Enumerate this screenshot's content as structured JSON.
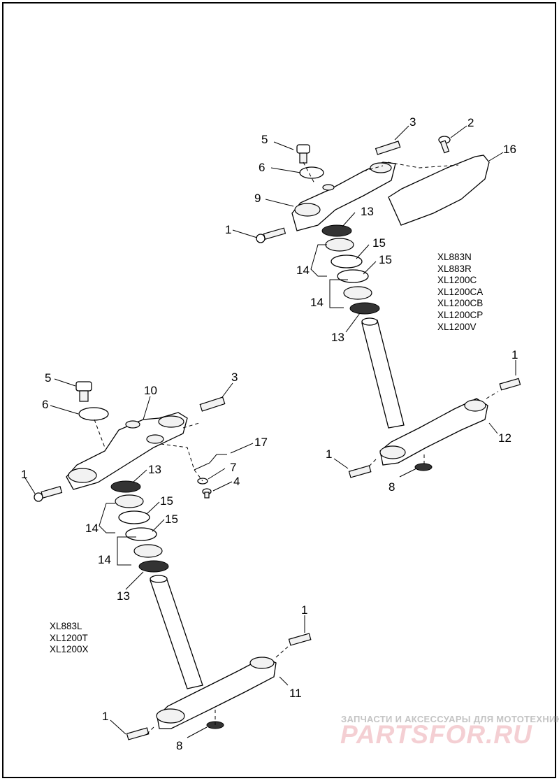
{
  "callouts": {
    "top": {
      "n1": "1",
      "n2": "2",
      "n3": "3",
      "n5": "5",
      "n6": "6",
      "n9": "9",
      "n16": "16",
      "n13a": "13",
      "n15a": "15",
      "n15b": "15",
      "n14a": "14",
      "n14b": "14",
      "n13b": "13",
      "n1b": "1",
      "n12": "12",
      "n1c": "1",
      "n8": "8"
    },
    "bottom": {
      "n5": "5",
      "n10": "10",
      "n3": "3",
      "n6": "6",
      "n17": "17",
      "n7": "7",
      "n4": "4",
      "n1a": "1",
      "n13a": "13",
      "n15a": "15",
      "n14a": "14",
      "n15b": "15",
      "n14b": "14",
      "n13b": "13",
      "n1b": "1",
      "n11": "11",
      "n1c": "1",
      "n8": "8"
    }
  },
  "models_top": [
    "XL883N",
    "XL883R",
    "XL1200C",
    "XL1200CA",
    "XL1200CB",
    "XL1200CP",
    "XL1200V"
  ],
  "models_bottom": [
    "XL883L",
    "XL1200T",
    "XL1200X"
  ],
  "watermark": {
    "tagline": "ЗАПЧАСТИ И АКСЕССУАРЫ ДЛЯ МОТОТЕХНИКИ",
    "brand": "PARTSFOR.RU"
  }
}
